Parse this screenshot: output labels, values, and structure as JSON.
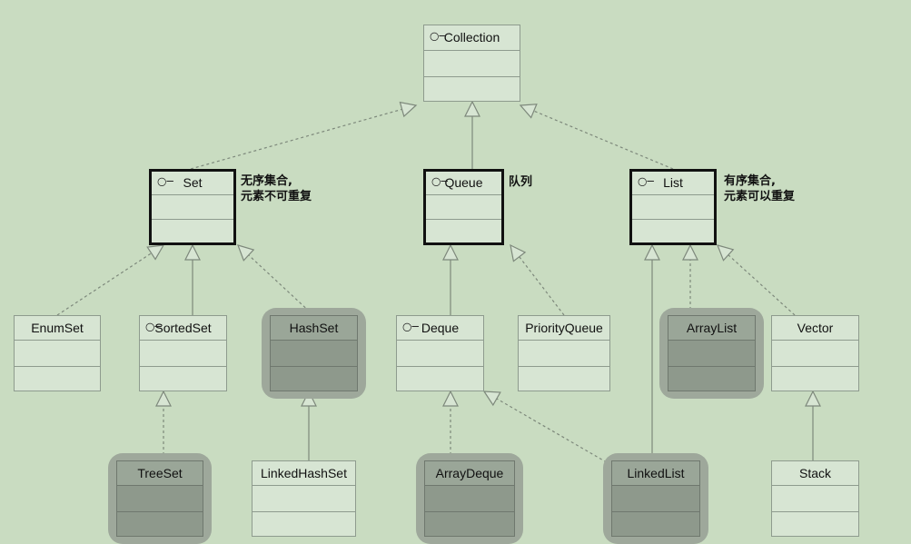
{
  "interface_symbol": "○─",
  "nodes": {
    "collection": {
      "label": "Collection",
      "interface": true
    },
    "set": {
      "label": "Set",
      "interface": true
    },
    "queue": {
      "label": "Queue",
      "interface": true
    },
    "list": {
      "label": "List",
      "interface": true
    },
    "enumset": {
      "label": "EnumSet",
      "interface": false
    },
    "sortedset": {
      "label": "SortedSet",
      "interface": true
    },
    "hashset": {
      "label": "HashSet",
      "interface": false
    },
    "deque": {
      "label": "Deque",
      "interface": true
    },
    "priorityqueue": {
      "label": "PriorityQueue",
      "interface": false
    },
    "arraylist": {
      "label": "ArrayList",
      "interface": false
    },
    "vector": {
      "label": "Vector",
      "interface": false
    },
    "treeset": {
      "label": "TreeSet",
      "interface": false
    },
    "linkedhashset": {
      "label": "LinkedHashSet",
      "interface": false
    },
    "arraydeque": {
      "label": "ArrayDeque",
      "interface": false
    },
    "linkedlist": {
      "label": "LinkedList",
      "interface": false
    },
    "stack": {
      "label": "Stack",
      "interface": false
    }
  },
  "notes": {
    "set": "无序集合,\n元素不可重复",
    "queue": "队列",
    "list": "有序集合,\n元素可以重复"
  },
  "edges": [
    {
      "from": "set",
      "to": "collection",
      "style": "dashed"
    },
    {
      "from": "queue",
      "to": "collection",
      "style": "solid"
    },
    {
      "from": "list",
      "to": "collection",
      "style": "dashed"
    },
    {
      "from": "enumset",
      "to": "set",
      "style": "dashed"
    },
    {
      "from": "sortedset",
      "to": "set",
      "style": "solid"
    },
    {
      "from": "hashset",
      "to": "set",
      "style": "dashed"
    },
    {
      "from": "deque",
      "to": "queue",
      "style": "solid"
    },
    {
      "from": "priorityqueue",
      "to": "queue",
      "style": "dashed"
    },
    {
      "from": "linkedlist",
      "to": "list",
      "style": "solid"
    },
    {
      "from": "arraylist",
      "to": "list",
      "style": "dashed"
    },
    {
      "from": "vector",
      "to": "list",
      "style": "dashed"
    },
    {
      "from": "treeset",
      "to": "sortedset",
      "style": "dashed"
    },
    {
      "from": "linkedhashset",
      "to": "hashset",
      "style": "solid"
    },
    {
      "from": "arraydeque",
      "to": "deque",
      "style": "dashed"
    },
    {
      "from": "linkedlist",
      "to": "deque",
      "style": "dashed"
    },
    {
      "from": "stack",
      "to": "vector",
      "style": "solid"
    }
  ]
}
